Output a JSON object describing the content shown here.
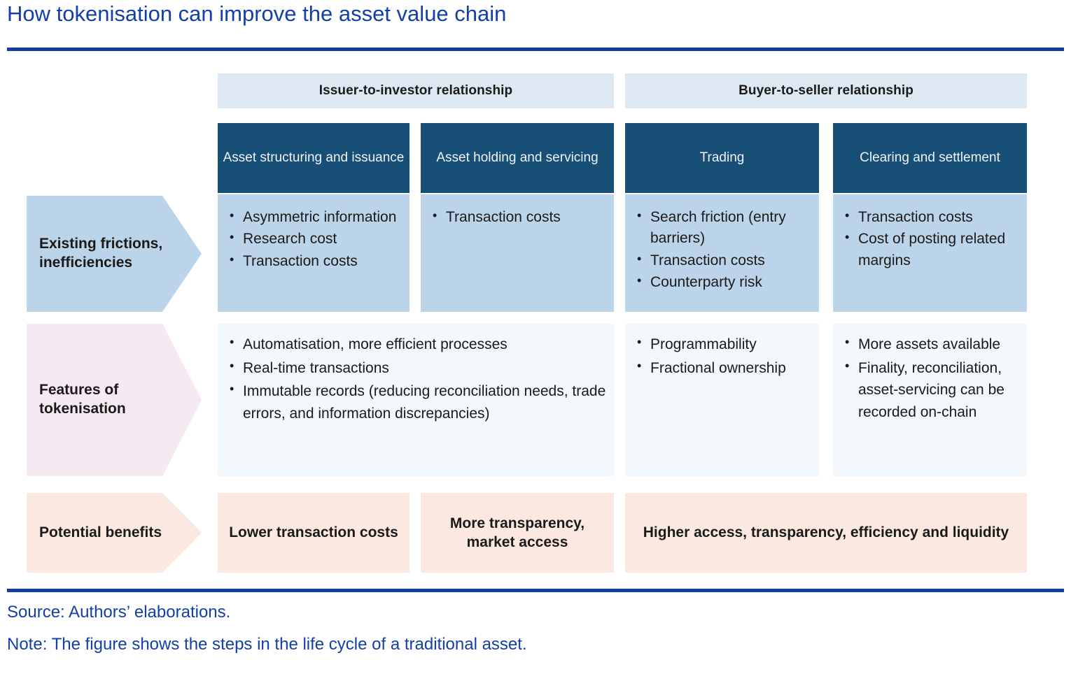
{
  "title": "How tokenisation can improve the asset value chain",
  "accent_color": "#133c9e",
  "colors": {
    "title_blue": "#1340a6",
    "band_blue": "#dde8f3",
    "stage_navy": "#174f77",
    "friction_blue": "#bcd4e9",
    "feature_pale_blue": "#f2f8fc",
    "benefit_peach": "#fbe9e1",
    "arrow_row0": "#bcd4e9",
    "arrow_row1": "#f5e9f2",
    "arrow_row2": "#fbe9e1"
  },
  "relationships": [
    {
      "label": "Issuer-to-investor relationship"
    },
    {
      "label": "Buyer-to-seller relationship"
    }
  ],
  "stages": [
    {
      "label": "Asset structuring and issuance"
    },
    {
      "label": "Asset holding and servicing"
    },
    {
      "label": "Trading"
    },
    {
      "label": "Clearing and settlement"
    }
  ],
  "rows": [
    {
      "arrow_label": "Existing frictions, inefficiencies",
      "cells": [
        {
          "bullets": [
            "Asymmetric information",
            "Research cost",
            "Transaction costs"
          ]
        },
        {
          "bullets": [
            "Transaction costs"
          ]
        },
        {
          "bullets": [
            "Search friction (entry barriers)",
            "Transaction costs",
            "Counterparty risk"
          ]
        },
        {
          "bullets": [
            "Transaction costs",
            "Cost of posting related margins"
          ]
        }
      ]
    },
    {
      "arrow_label": "Features of tokenisation",
      "cells": [
        {
          "bullets": [
            "Automatisation, more efficient processes",
            "Real-time transactions",
            "Immutable records (reducing reconciliation needs, trade errors, and information discrepancies)"
          ]
        },
        {
          "bullets": [
            "Programmability",
            "Fractional ownership"
          ]
        },
        {
          "bullets": [
            "More assets available",
            "Finality, reconciliation, asset-servicing can be recorded on-chain"
          ]
        }
      ]
    },
    {
      "arrow_label": "Potential benefits",
      "cells": [
        {
          "text": "Lower transaction costs"
        },
        {
          "text": "More transparency, market access"
        },
        {
          "text": "Higher access, transparency, efficiency and liquidity"
        }
      ]
    }
  ],
  "footer": {
    "source": "Source: Authors’ elaborations.",
    "note": "Note: The figure shows the steps in the life cycle of a traditional asset."
  }
}
